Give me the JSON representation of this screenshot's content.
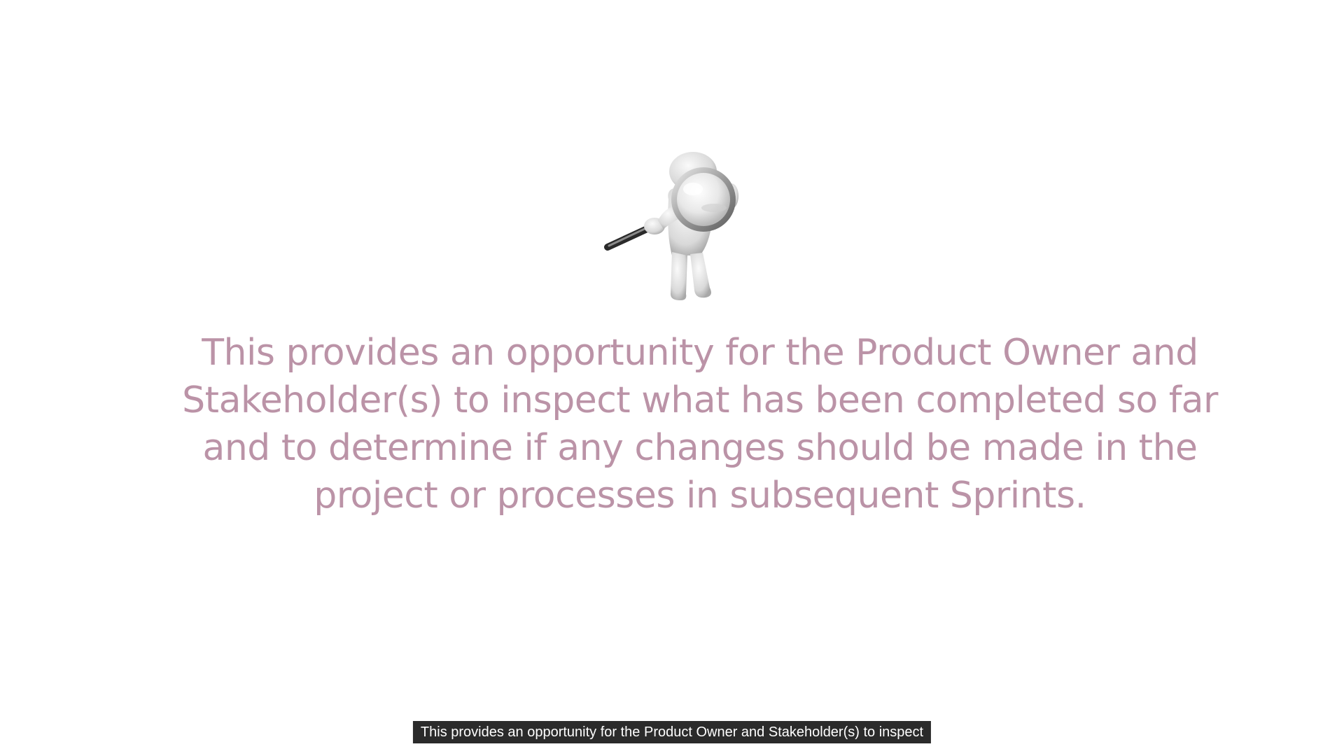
{
  "slide": {
    "lines": [
      "This provides an opportunity for the Product Owner and",
      "Stakeholder(s) to inspect what has been completed so far",
      "and to determine if any changes should be made in the",
      "project or processes in subsequent Sprints."
    ],
    "text_color": "#bb93a7",
    "illustration_icon": "person-with-magnifying-glass-icon"
  },
  "caption": {
    "text": "This provides an opportunity for the Product Owner and Stakeholder(s) to inspect"
  },
  "colors": {
    "background": "#ffffff",
    "caption_background": "#2b2b2b",
    "caption_text": "#ffffff"
  }
}
